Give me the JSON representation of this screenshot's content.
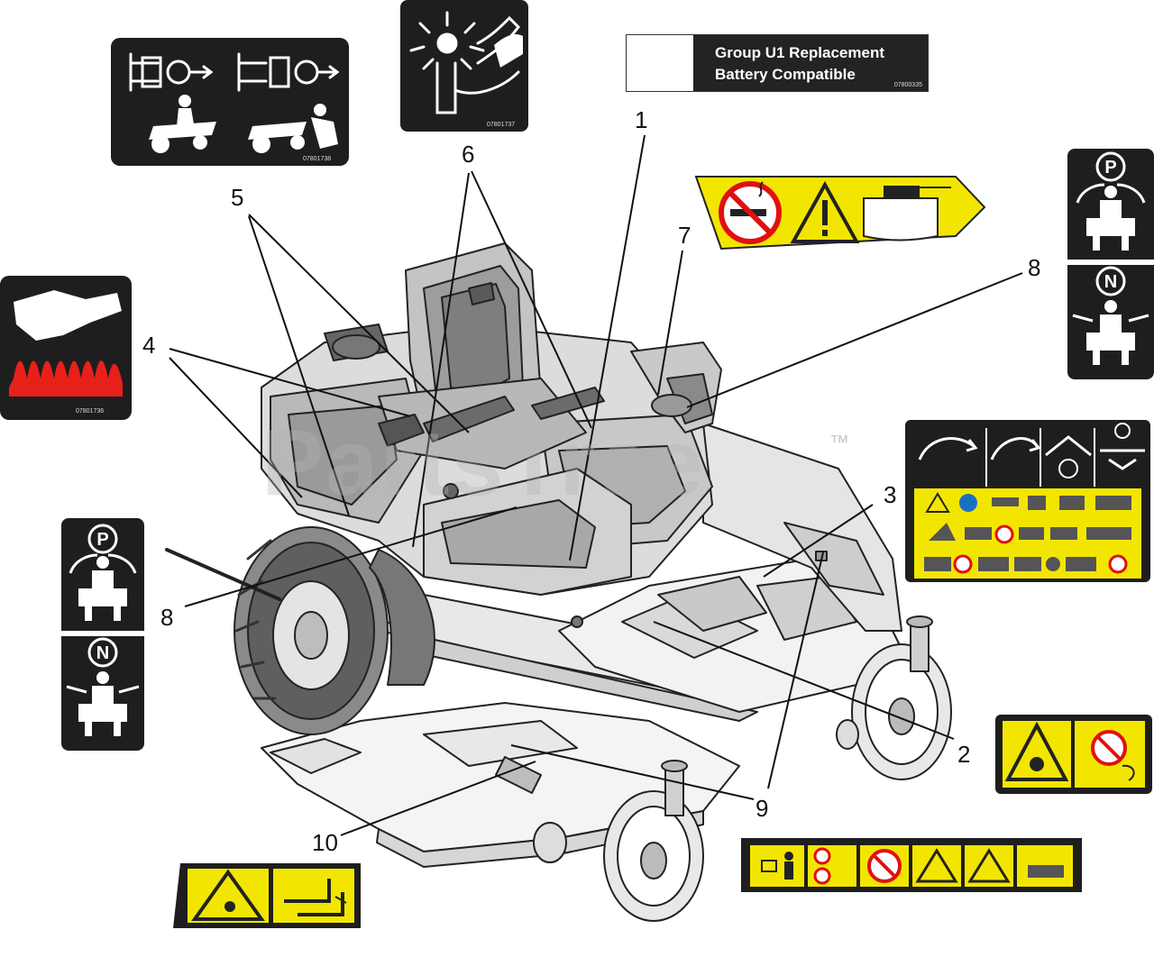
{
  "watermark": "PartsTree",
  "watermark_mark": "™",
  "battery_decal": {
    "line1": "Group U1 Replacement",
    "line2": "Battery Compatible",
    "code": "07800335"
  },
  "decal_codes": {
    "hitch_decal": "07801738",
    "hand_hazard_decal": "07801737",
    "hot_surface_decal": "07801736"
  },
  "callouts": [
    {
      "id": "1",
      "label": "1"
    },
    {
      "id": "2",
      "label": "2"
    },
    {
      "id": "3",
      "label": "3"
    },
    {
      "id": "4",
      "label": "4"
    },
    {
      "id": "5",
      "label": "5"
    },
    {
      "id": "6",
      "label": "6"
    },
    {
      "id": "7",
      "label": "7"
    },
    {
      "id": "8a",
      "label": "8"
    },
    {
      "id": "8b",
      "label": "8"
    },
    {
      "id": "9",
      "label": "9"
    },
    {
      "id": "10",
      "label": "10"
    }
  ],
  "decal_letters": {
    "park": "P",
    "neutral": "N"
  },
  "colors": {
    "decal_black": "#1e1e1e",
    "safety_yellow": "#f2e600",
    "prohibition_red": "#e01010",
    "flame_red": "#e8201a",
    "info_blue": "#1b6fc2",
    "line_art": "#222222"
  }
}
